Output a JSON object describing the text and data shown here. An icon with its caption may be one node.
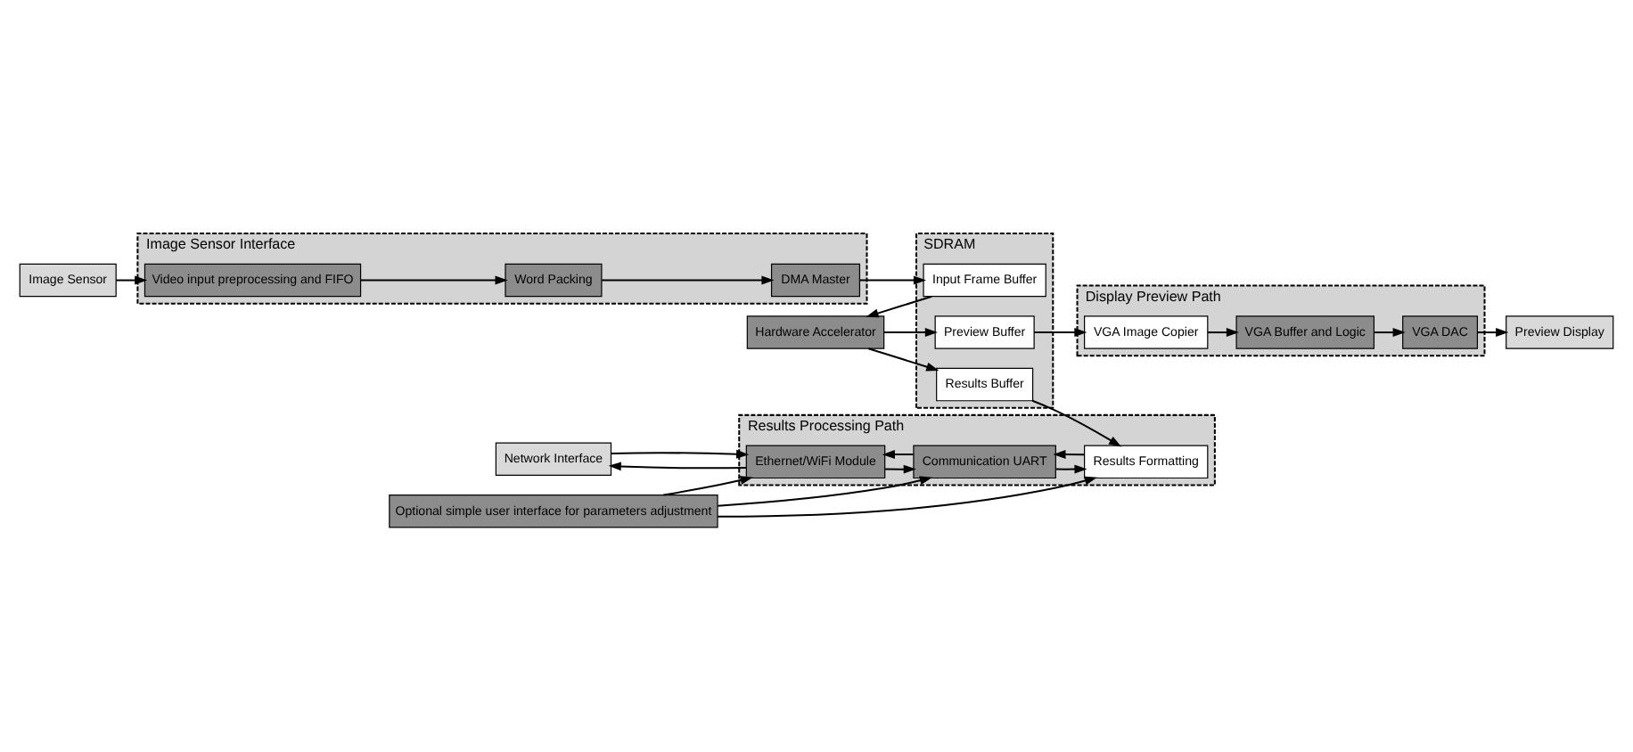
{
  "diagram": {
    "nodes": [
      {
        "text": [
          "Image Sensor"
        ]
      },
      {
        "text": [
          "Image Sensor Interface"
        ]
      },
      {
        "text": [
          "Video input preprocessing and FIFO"
        ],
        "in": 1
      },
      {
        "text": [
          "Word Packing"
        ],
        "in": 1
      },
      {
        "text": [
          "DMA Master"
        ],
        "in": 1
      },
      {
        "text": [
          "Preview Display"
        ]
      },
      {
        "text": [
          "Display Preview Path"
        ]
      },
      {
        "text": [
          "VGA DAC"
        ],
        "in": 6
      },
      {
        "text": [
          "VGA Buffer and Logic"
        ],
        "in": 6
      },
      {
        "text": [
          "VGA Image Copier"
        ],
        "in": 6
      },
      {
        "text": [
          "Network Interface"
        ]
      },
      {
        "text": [
          "Results Processing Path"
        ]
      },
      {
        "text": [
          "Ethernet/WiFi Module"
        ],
        "in": 11
      },
      {
        "text": [
          "Communication UART"
        ],
        "in": 11
      },
      {
        "text": [
          "Results Formatting"
        ],
        "in": 11
      },
      {
        "text": [
          "SDRAM"
        ]
      },
      {
        "text": [
          "Input Frame Buffer"
        ],
        "in": 15
      },
      {
        "text": [
          "Preview Buffer"
        ],
        "in": 15
      },
      {
        "text": [
          "Results Buffer"
        ],
        "in": 15
      },
      {
        "text": [
          "Hardware Accelerator"
        ]
      },
      {
        "text": [
          "Optional simple user interface for parameters adjustment"
        ]
      }
    ],
    "edges": [
      {
        "from": 0,
        "to": 2,
        "arrow": "to"
      },
      {
        "from": 2,
        "to": 3,
        "arrow": "to"
      },
      {
        "from": 3,
        "to": 4,
        "arrow": "to"
      },
      {
        "from": 4,
        "to": 16,
        "arrow": "to"
      },
      {
        "from": 16,
        "to": 19,
        "arrow": "to"
      },
      {
        "from": 19,
        "to": 17,
        "arrow": "to"
      },
      {
        "from": 17,
        "to": 9,
        "arrow": "to"
      },
      {
        "from": 9,
        "to": 8,
        "arrow": "to"
      },
      {
        "from": 8,
        "to": 7,
        "arrow": "to"
      },
      {
        "from": 7,
        "to": 5,
        "arrow": "to"
      },
      {
        "from": 19,
        "to": 18,
        "arrow": "to"
      },
      {
        "from": 18,
        "to": 14,
        "arrow": "to"
      },
      {
        "from": 14,
        "to": 13,
        "arrow": "to"
      },
      {
        "from": 13,
        "to": 14,
        "arrow": "to"
      },
      {
        "from": 13,
        "to": 12,
        "arrow": "to"
      },
      {
        "from": 12,
        "to": 13,
        "arrow": "to"
      },
      {
        "from": 12,
        "to": 10,
        "arrow": "to"
      },
      {
        "from": 10,
        "to": 12,
        "arrow": "to"
      },
      {
        "from": 20,
        "to": 12,
        "arrow": "to"
      },
      {
        "from": 20,
        "to": 13,
        "arrow": "to"
      },
      {
        "from": 20,
        "to": 14,
        "arrow": "to"
      }
    ]
  }
}
